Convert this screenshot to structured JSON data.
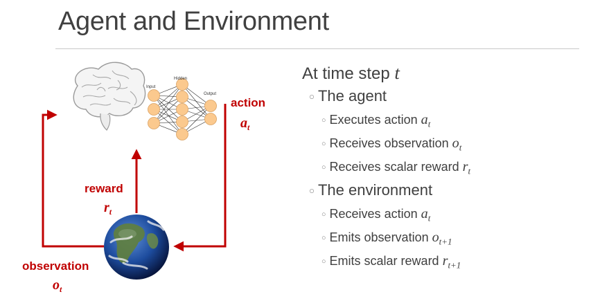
{
  "title": "Agent and Environment",
  "diagram": {
    "action_label": "action",
    "action_symbol": "a",
    "action_sub": "t",
    "reward_label": "reward",
    "reward_symbol": "r",
    "reward_sub": "t",
    "observation_label": "observation",
    "observation_symbol": "o",
    "observation_sub": "t",
    "nn_input_label": "Input",
    "nn_hidden_label": "Hidden",
    "nn_output_label": "Output",
    "arrow_color": "#c00000",
    "neuron_color": "#fbc98e"
  },
  "bullets": {
    "heading_text": "At time step ",
    "heading_symbol": "t",
    "agent": {
      "label": "The agent",
      "items": [
        {
          "text": "Executes action ",
          "symbol": "a",
          "sub": "t"
        },
        {
          "text": "Receives observation ",
          "symbol": "o",
          "sub": "t"
        },
        {
          "text": "Receives scalar reward ",
          "symbol": "r",
          "sub": "t"
        }
      ]
    },
    "environment": {
      "label": "The environment",
      "items": [
        {
          "text": "Receives action ",
          "symbol": "a",
          "sub": "t"
        },
        {
          "text": "Emits observation ",
          "symbol": "o",
          "sub": "t+1"
        },
        {
          "text": "Emits scalar reward ",
          "symbol": "r",
          "sub": "t+1"
        }
      ]
    }
  }
}
